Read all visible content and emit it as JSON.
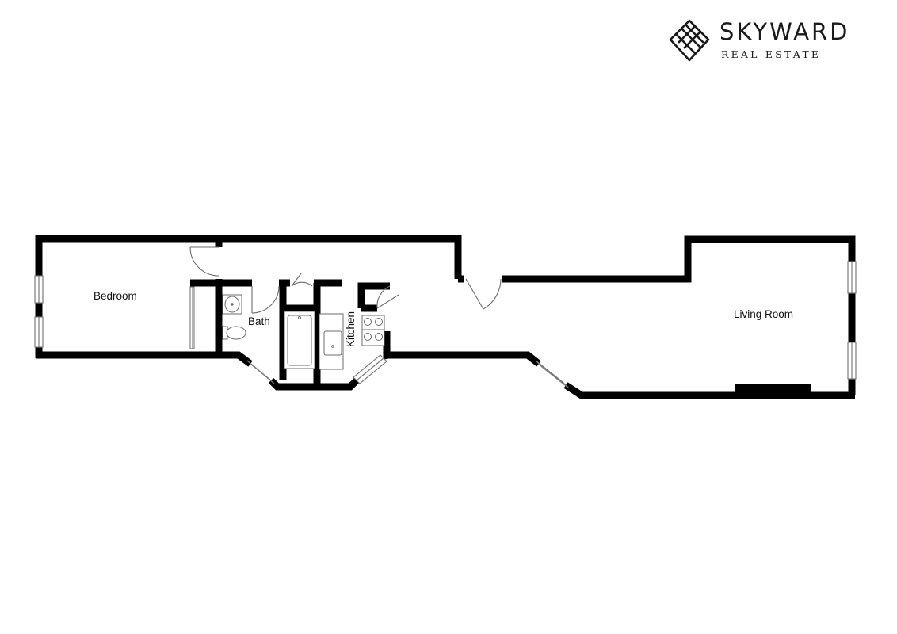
{
  "brand": {
    "name": "SKYWARD",
    "tagline": "REAL ESTATE",
    "logo_icon": "diamond-stripes-logo"
  },
  "rooms": {
    "bedroom": "Bedroom",
    "bath": "Bath",
    "kitchen": "Kitchen",
    "living_room": "Living Room"
  },
  "colors": {
    "wall": "#000000",
    "fixture_stroke": "#6b6b6b",
    "background": "#ffffff"
  }
}
